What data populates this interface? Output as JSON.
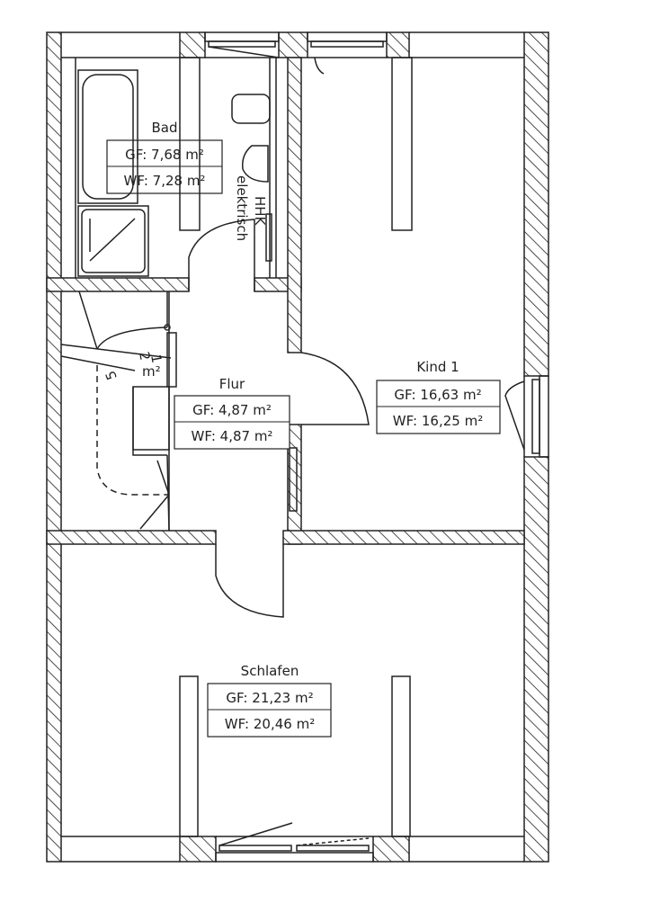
{
  "rooms": {
    "bad": {
      "name": "Bad",
      "gf": "GF: 7,68 m²",
      "wf": "WF: 7,28 m²"
    },
    "flur": {
      "name": "Flur",
      "gf": "GF: 4,87 m²",
      "wf": "WF: 4,87 m²"
    },
    "kind1": {
      "name": "Kind 1",
      "gf": "GF: 16,63 m²",
      "wf": "WF: 16,25 m²"
    },
    "schlafen": {
      "name": "Schlafen",
      "gf": "GF: 21,23 m²",
      "wf": "WF: 20,46 m²"
    }
  },
  "annotations": {
    "hhk": "HHK",
    "elektrisch": "elektrisch",
    "stair_area": "m²",
    "stair_steps": [
      "1",
      "2",
      "5"
    ]
  }
}
